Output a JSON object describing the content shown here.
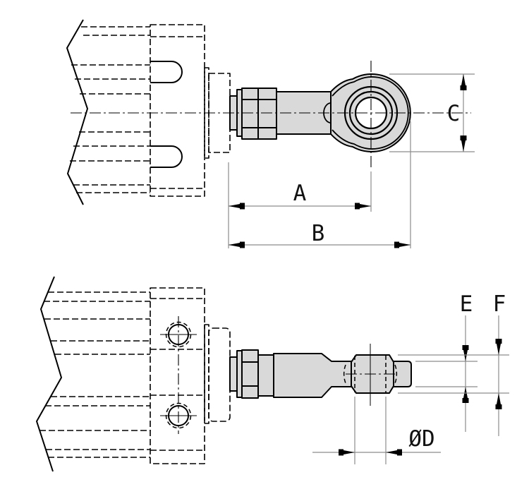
{
  "dim_labels": {
    "A": "A",
    "B": "B",
    "C": "C",
    "E": "E",
    "F": "F",
    "D": "ØD"
  },
  "colors": {
    "background": "#ffffff",
    "part_fill": "#d9d9d9",
    "outline": "#000000",
    "dim_line": "#8c8c8c",
    "text": "#111111"
  }
}
